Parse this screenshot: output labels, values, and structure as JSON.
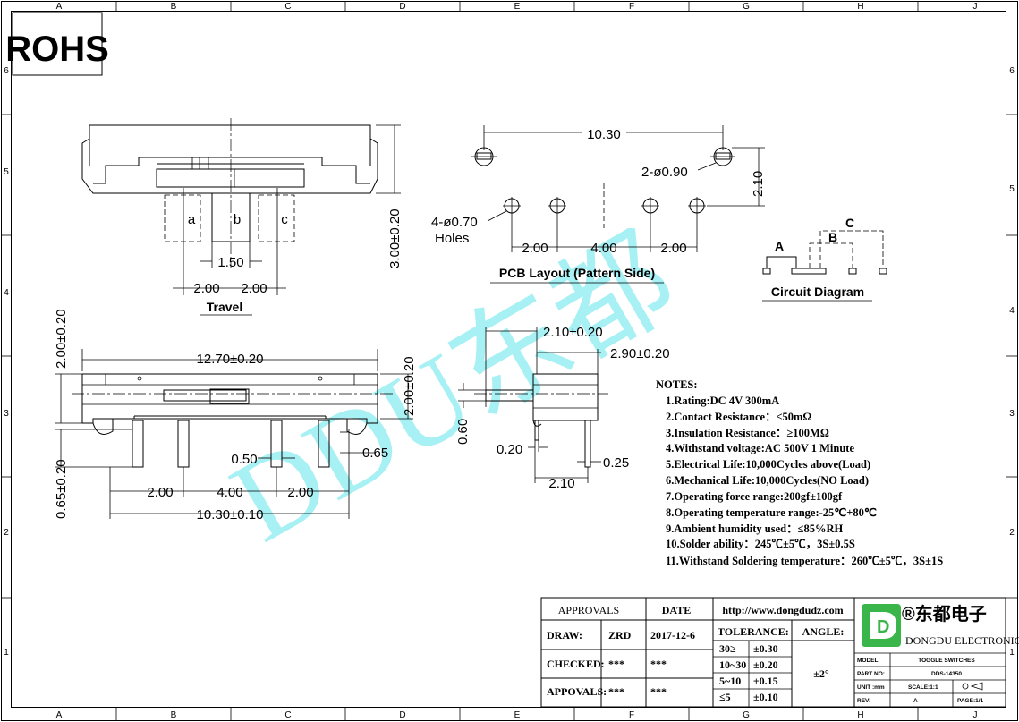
{
  "frame": {
    "columns": [
      "A",
      "B",
      "C",
      "D",
      "E",
      "F",
      "G",
      "H",
      "J"
    ],
    "rows": [
      "6",
      "5",
      "4",
      "3",
      "2",
      "1"
    ]
  },
  "rohs": "ROHS",
  "watermark": "DDU东都",
  "top_view": {
    "label_a": "a",
    "label_b": "b",
    "label_c": "c",
    "dim_150": "1.50",
    "dim_200_left": "2.00",
    "dim_200_right": "2.00",
    "dim_height": "3.00±0.20",
    "title": "Travel"
  },
  "pcb_layout": {
    "dim_width": "10.30",
    "mount_holes": "2-ø0.90",
    "dim_210": "2.10",
    "holes_line1": "4-ø0.70",
    "holes_line2": "Holes",
    "dim_a": "2.00",
    "dim_b": "4.00",
    "dim_c": "2.00",
    "title": "PCB Layout (Pattern Side)"
  },
  "circuit": {
    "label_a": "A",
    "label_b": "B",
    "label_c": "C",
    "title": "Circuit Diagram"
  },
  "front_view": {
    "dim_width": "12.70±0.20",
    "dim_left_height": "2.00±0.20",
    "dim_right_height": "2.00±0.20",
    "dim_pin_len": "0.65±0.20",
    "dim_050": "0.50",
    "dim_065": "0.65",
    "dim_p1": "2.00",
    "dim_p2": "4.00",
    "dim_p3": "2.00",
    "dim_total": "10.30±0.10"
  },
  "side_view": {
    "dim_210_tol": "2.10±0.20",
    "dim_290_tol": "2.90±0.20",
    "dim_060": "0.60",
    "dim_020": "0.20",
    "dim_025": "0.25",
    "dim_210": "2.10"
  },
  "notes": {
    "heading": "NOTES:",
    "items": [
      "1.Rating:DC 4V 300mA",
      "2.Contact Resistance：≤50mΩ",
      "3.Insulation Resistance：≥100MΩ",
      "4.Withstand voltage:AC 500V 1 Minute",
      "5.Electrical Life:10,000Cycles above(Load)",
      "6.Mechanical Life:10,000Cycles(NO Load)",
      "7.Operating force range:200gf±100gf",
      "8.Operating temperature range:-25℃+80℃",
      "9.Ambient humidity used：≤85%RH",
      "10.Solder ability：245℃±5℃，3S±0.5S",
      "11.Withstand Soldering temperature：260℃±5℃，3S±1S"
    ]
  },
  "title_block": {
    "approvals": "APPROVALS",
    "date": "DATE",
    "website": "http://www.dongdudz.com",
    "draw_label": "DRAW:",
    "draw_name": "ZRD",
    "draw_date": "2017-12-6",
    "checked_label": "CHECKED:",
    "checked_name": "***",
    "checked_date": "***",
    "appovals_label": "APPOVALS:",
    "appovals_name": "***",
    "appovals_date": "***",
    "tolerance": "TOLERANCE:",
    "angle": "ANGLE:",
    "angle_value": "±2°",
    "tol_rows": [
      {
        "range": "30≥",
        "value": "±0.30"
      },
      {
        "range": "10~30",
        "value": "±0.20"
      },
      {
        "range": "5~10",
        "value": "±0.15"
      },
      {
        "range": "≤5",
        "value": "±0.10"
      }
    ],
    "company_cn": "®东都电子",
    "company_en": "DONGDU ELECTRONICS",
    "model_label": "MODEL:",
    "model_value": "TOGGLE SWITCHES",
    "part_label": "PART NO:",
    "part_value": "DDS-14350",
    "unit_label": "UNIT :mm",
    "scale": "SCALE:1:1",
    "rev_label": "REV:",
    "rev_value": "A",
    "page": "PAGE:1/1",
    "logo_letter": "D"
  }
}
